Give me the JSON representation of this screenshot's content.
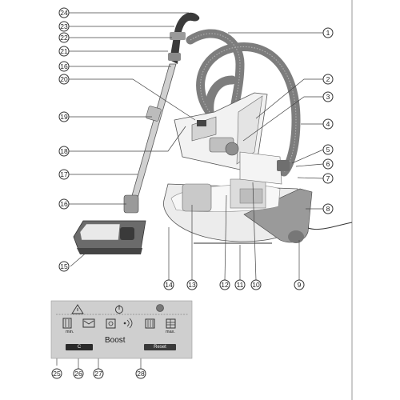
{
  "callouts": [
    "1",
    "2",
    "3",
    "4",
    "5",
    "6",
    "7",
    "8",
    "9",
    "10",
    "11",
    "12",
    "13",
    "14",
    "15",
    "16",
    "17",
    "18",
    "19",
    "20",
    "21",
    "22",
    "23",
    "24",
    "25",
    "26",
    "27",
    "28"
  ],
  "control_panel": {
    "min_label": "min.",
    "max_label": "max.",
    "boost_label": "Boost",
    "reset_label": "Reset",
    "c_label": "C",
    "indicator_color": "#e6e6e6",
    "panel_color": "#cfcfcf"
  },
  "icons": [
    "warning-triangle-icon",
    "power-icon",
    "filter-icon",
    "bag-icon",
    "floor-icon",
    "carpet-icon",
    "sound-icon",
    "suction-min-icon",
    "suction-max-icon",
    "service-light-icon"
  ]
}
